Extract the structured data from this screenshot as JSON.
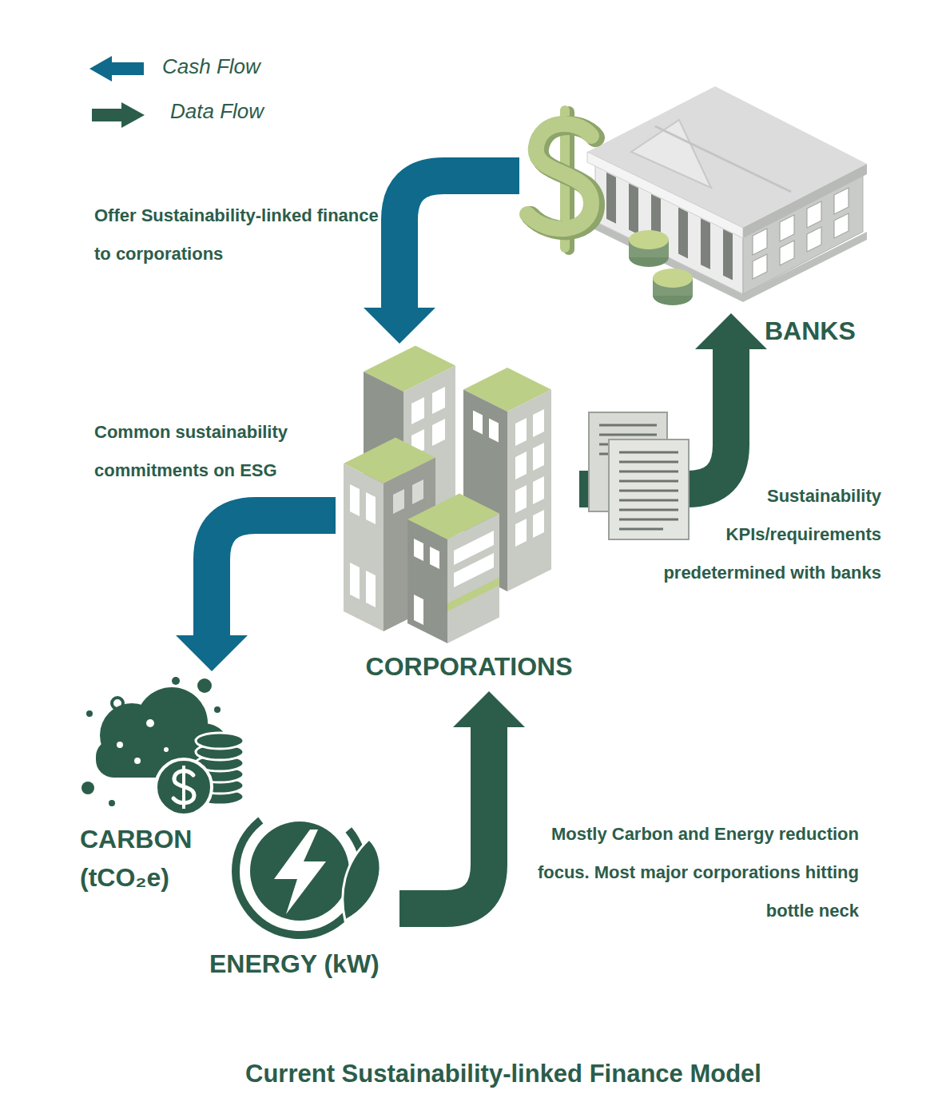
{
  "diagram": {
    "caption": "Current Sustainability-linked Finance Model",
    "nodes": [
      {
        "text": [
          "BANKS"
        ]
      },
      {
        "text": [
          "CORPORATIONS"
        ]
      },
      {
        "text": [
          "CARBON (tCO₂e)"
        ]
      },
      {
        "text": [
          "ENERGY (kW)"
        ]
      }
    ],
    "edges": [
      {
        "from": 0,
        "to": 1,
        "arrow": "to",
        "label": "Offer Sustainability-linked finance to corporations"
      },
      {
        "from": 1,
        "to": 2,
        "arrow": "to",
        "label": "Common sustainability commitments on ESG"
      },
      {
        "from": 1,
        "to": 0,
        "arrow": "to",
        "label": "Sustainability KPIs/requirements predetermined with banks"
      },
      {
        "from": 3,
        "to": 1,
        "arrow": "to",
        "label": "Mostly Carbon and Energy reduction focus. Most major corporations hitting bottle neck"
      }
    ],
    "legend": [
      {
        "text": "Cash Flow"
      },
      {
        "text": "Data Flow"
      }
    ]
  }
}
